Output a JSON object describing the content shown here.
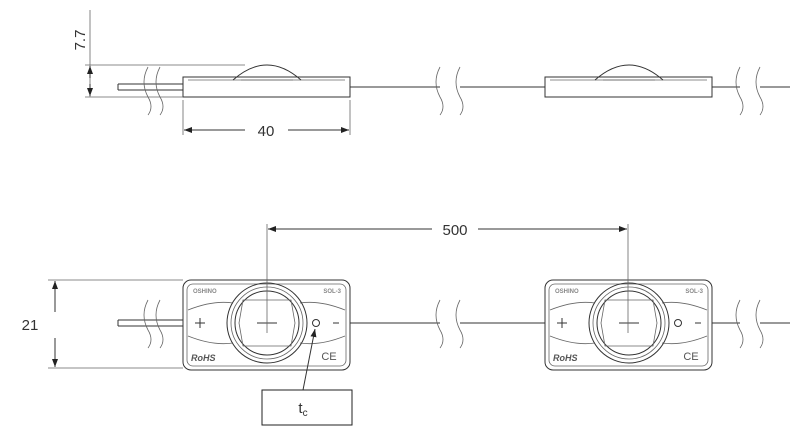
{
  "dimensions": {
    "height_side": "7.7",
    "length": "40",
    "pitch": "500",
    "width": "21"
  },
  "module": {
    "brand": "OSHINO",
    "model": "SOL-3",
    "rohs": "RoHS",
    "ce": "CE"
  },
  "callout": {
    "label": "t",
    "subscript": "c"
  }
}
